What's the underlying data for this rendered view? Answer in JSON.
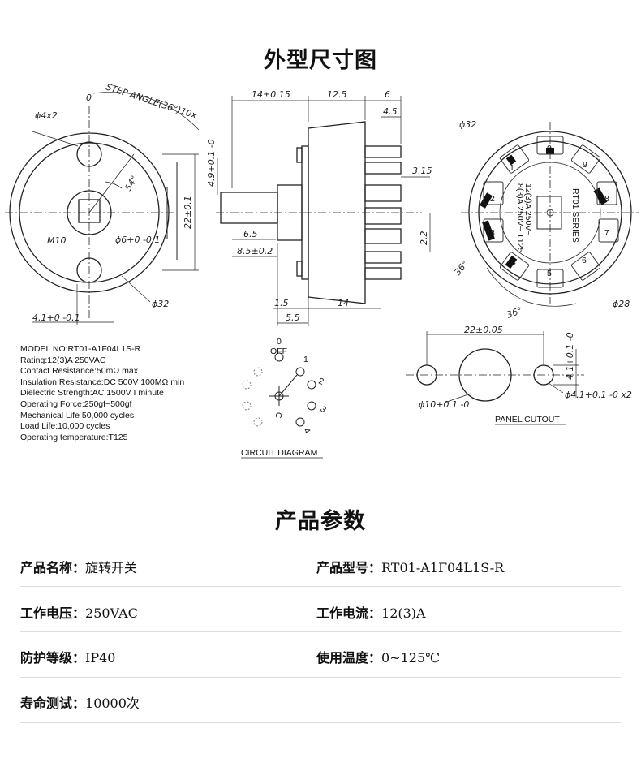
{
  "titles": {
    "dimensions": "外型尺寸图",
    "parameters": "产品参数"
  },
  "drawing": {
    "front": {
      "zero": "0",
      "step_angle": "STEP ANGLE(36°)10x",
      "holes": "ϕ4x2",
      "angle": "54°",
      "thread": "M10",
      "shaft": "ϕ6+0 -0.1",
      "height": "22±0.1",
      "offset": "4.1+0 -0.1",
      "diameter": "ϕ32"
    },
    "side": {
      "d1": "14±0.15",
      "d2": "12.5",
      "d3": "6",
      "d4": "4.5",
      "d5": "3.15",
      "d6": "4.9+0.1 -0",
      "d7": "6.5",
      "d8": "8.5±0.2",
      "d9": "2.2",
      "d10": "1.5",
      "d11": "14",
      "d12": "5.5"
    },
    "back": {
      "diameter": "ϕ32",
      "series": "RT01 SERIES",
      "rating1": "12(3)A 250V~",
      "rating2": "8(3)A 250V~ T125",
      "angle1": "36°",
      "angle2": "36°",
      "outer": "ϕ28",
      "numbers": [
        "0",
        "1",
        "2",
        "3",
        "4",
        "5",
        "6",
        "7",
        "8",
        "9"
      ]
    },
    "circuit": {
      "zero": "0",
      "off": "OFF",
      "labels": [
        "1",
        "2",
        "3",
        "4"
      ],
      "center": "C",
      "caption": "CIRCUIT DIAGRAM"
    },
    "panel": {
      "width": "22±0.05",
      "height": "4.1+0.1 -0",
      "center_hole": "ϕ10+0.1 -0",
      "side_holes": "ϕ4.1+0.1 -0 x2",
      "caption": "PANEL CUTOUT"
    }
  },
  "specs": [
    "MODEL NO:RT01-A1F04L1S-R",
    "Rating:12(3)A 250VAC",
    "Contact Resistance:50mΩ max",
    "Insulation Resistance:DC 500V 100MΩ min",
    "Dielectric Strength:AC 1500V I minute",
    "Operating Force:250gf~500gf",
    "Mechanical Life 50,000 cycles",
    "Load Life:10,000 cycles",
    "Operating temperature:T125"
  ],
  "params": {
    "name": {
      "label": "产品名称：",
      "value": "旋转开关"
    },
    "model": {
      "label": "产品型号：",
      "value": "RT01-A1F04L1S-R"
    },
    "voltage": {
      "label": "工作电压：",
      "value": "250VAC"
    },
    "current": {
      "label": "工作电流：",
      "value": "12(3)A"
    },
    "ip": {
      "label": "防护等级：",
      "value": "IP40"
    },
    "temp": {
      "label": "使用温度：",
      "value": "0~125℃"
    },
    "life": {
      "label": "寿命测试：",
      "value": "10000次"
    }
  }
}
